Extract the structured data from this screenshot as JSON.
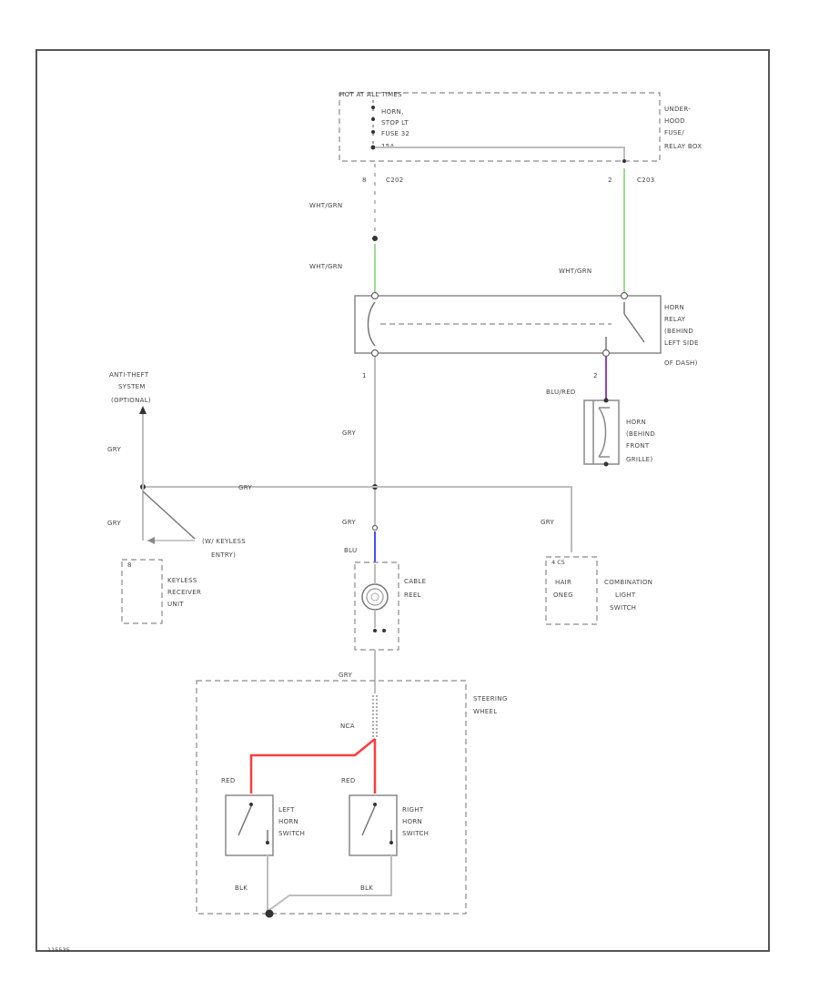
{
  "colors": {
    "wire_default": "#bdbdbd",
    "wire_green": "#7ccf6e",
    "wire_blue": "#4b4bff",
    "wire_purple": "#8d3fd8",
    "wire_red": "#ff3b3b",
    "frame": "#555555"
  },
  "fuse_box": {
    "header": "HOT AT ALL TIMES",
    "fuse_lines": [
      "HORN,",
      "STOP LT",
      "FUSE 32",
      "15A"
    ],
    "name_lines": [
      "UNDER-",
      "HOOD",
      "FUSE/",
      "RELAY BOX"
    ],
    "pin_left": "8",
    "conn_left": "C202",
    "pin_right": "2",
    "conn_right": "C203"
  },
  "wires": {
    "wht_grn_upper": "WHT/GRN",
    "wht_grn_lower": "WHT/GRN",
    "wht_grn_right": "WHT/GRN",
    "blu_red": "BLU/RED",
    "gry_main": "GRY",
    "gry_horizontal": "GRY",
    "gry_left_upper": "GRY",
    "gry_left_lower": "GRY",
    "gry_center": "GRY",
    "gry_right": "GRY",
    "blu": "BLU",
    "gry_steering": "GRY",
    "nca": "NCA",
    "red_left": "RED",
    "red_right": "RED",
    "blk_left": "BLK",
    "blk_right": "BLK"
  },
  "horn_relay": {
    "name_lines": [
      "HORN",
      "RELAY",
      "(BEHIND",
      "LEFT SIDE",
      "OF DASH)"
    ],
    "pin_bottom_left": "1",
    "pin_bottom_right": "2"
  },
  "horn": {
    "name_lines": [
      "HORN",
      "(BEHIND",
      "FRONT",
      "GRILLE)"
    ]
  },
  "anti_theft": {
    "name_lines": [
      "ANTI-THEFT",
      "SYSTEM",
      "(OPTIONAL)"
    ]
  },
  "keyless_switch": {
    "name_lines": [
      "(W/ KEYLESS",
      "ENTRY)"
    ]
  },
  "keyless_unit": {
    "pin": "8",
    "name_lines": [
      "KEYLESS",
      "RECEIVER",
      "UNIT"
    ]
  },
  "cable_reel": {
    "name_lines": [
      "CABLE",
      "REEL"
    ]
  },
  "combo_switch": {
    "pin": "4   C5",
    "inner_lines": [
      "HAIR",
      "ONEG"
    ],
    "name_lines": [
      "COMBINATION",
      "LIGHT",
      "SWITCH"
    ]
  },
  "steering_wheel": {
    "name_lines": [
      "STEERING",
      "WHEEL"
    ]
  },
  "left_horn_switch": {
    "name_lines": [
      "LEFT",
      "HORN",
      "SWITCH"
    ]
  },
  "right_horn_switch": {
    "name_lines": [
      "RIGHT",
      "HORN",
      "SWITCH"
    ]
  },
  "footer_code": "115535"
}
